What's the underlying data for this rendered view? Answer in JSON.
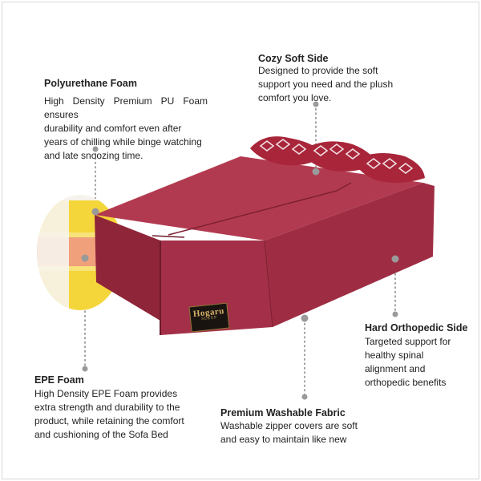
{
  "features": {
    "polyurethane": {
      "title": "Polyurethane Foam",
      "lines": [
        "High Density Premium PU Foam ensures",
        "durability and comfort even after",
        "years of chilling while binge watching",
        "and late snoozing time."
      ]
    },
    "cozy": {
      "title": "Cozy Soft Side",
      "lines": [
        "Designed to provide the soft",
        "support you need and the plush",
        "comfort you love."
      ]
    },
    "hard": {
      "title": "Hard Orthopedic Side",
      "lines": [
        "Targeted support for",
        "healthy spinal",
        "alignment and",
        "orthopedic benefits"
      ]
    },
    "epe": {
      "title": "EPE Foam",
      "lines": [
        "High Density EPE Foam provides",
        "extra strength and durability to the",
        "product, while retaining the comfort",
        "and cushioning of the Sofa Bed"
      ]
    },
    "fabric": {
      "title": "Premium Washable Fabric",
      "lines": [
        "Washable zipper covers are soft",
        "and easy to maintain like new"
      ]
    }
  },
  "brand": {
    "logo": "Hogaru",
    "logo_sub": "SLEEP"
  },
  "colors": {
    "fabric": "#a83247",
    "fabric_dark": "#8a2438",
    "pillow": "#a8253a",
    "pu_foam": "#f5d63a",
    "epe_foam": "#f0a07a",
    "leader": "#8a8a8a"
  }
}
